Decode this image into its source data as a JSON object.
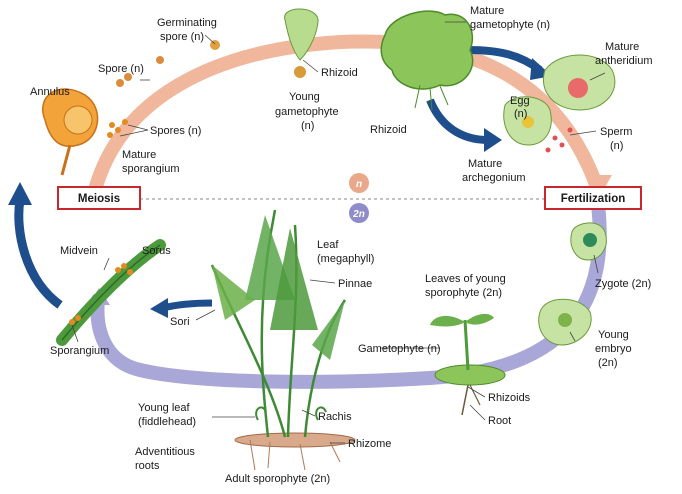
{
  "stages": {
    "meiosis": "Meiosis",
    "fertilization": "Fertilization"
  },
  "ploidy": {
    "haploid": "n",
    "diploid": "2n"
  },
  "labels": {
    "germinating_spore_1": "Germinating",
    "germinating_spore_2": "spore (n)",
    "spore": "Spore (n)",
    "annulus": "Annulus",
    "spores": "Spores (n)",
    "mature_sporangium_1": "Mature",
    "mature_sporangium_2": "sporangium",
    "young_gametophyte_1": "Young",
    "young_gametophyte_2": "gametophyte",
    "young_gametophyte_3": "(n)",
    "rhizoid_top": "Rhizoid",
    "rhizoid_mid": "Rhizoid",
    "mature_gametophyte_1": "Mature",
    "mature_gametophyte_2": "gametophyte (n)",
    "mature_antheridium_1": "Mature",
    "mature_antheridium_2": "antheridium",
    "egg_1": "Egg",
    "egg_2": "(n)",
    "sperm_1": "Sperm",
    "sperm_2": "(n)",
    "mature_archegonium_1": "Mature",
    "mature_archegonium_2": "archegonium",
    "zygote": "Zygote (2n)",
    "young_embryo_1": "Young",
    "young_embryo_2": "embryo",
    "young_embryo_3": "(2n)",
    "leaves_young_sporophyte_1": "Leaves of young",
    "leaves_young_sporophyte_2": "sporophyte (2n)",
    "gametophyte": "Gametophyte (n)",
    "rhizoids": "Rhizoids",
    "root": "Root",
    "leaf_1": "Leaf",
    "leaf_2": "(megaphyll)",
    "pinnae": "Pinnae",
    "midvein": "Midvein",
    "sorus": "Sorus",
    "sori": "Sori",
    "sporangium": "Sporangium",
    "young_leaf_1": "Young leaf",
    "young_leaf_2": "(fiddlehead)",
    "rachis": "Rachis",
    "rhizome": "Rhizome",
    "adventitious_roots_1": "Adventitious",
    "adventitious_roots_2": "roots",
    "adult_sporophyte": "Adult sporophyte (2n)"
  },
  "colors": {
    "haploid_band": "#f0b79c",
    "diploid_band": "#a9a6d8",
    "blue_arrow": "#1f4e8c",
    "box_border": "#c8272d",
    "plant_green": "#4d9a3c",
    "gametophyte_green": "#8cc65a",
    "spore_orange": "#e58a1f"
  }
}
